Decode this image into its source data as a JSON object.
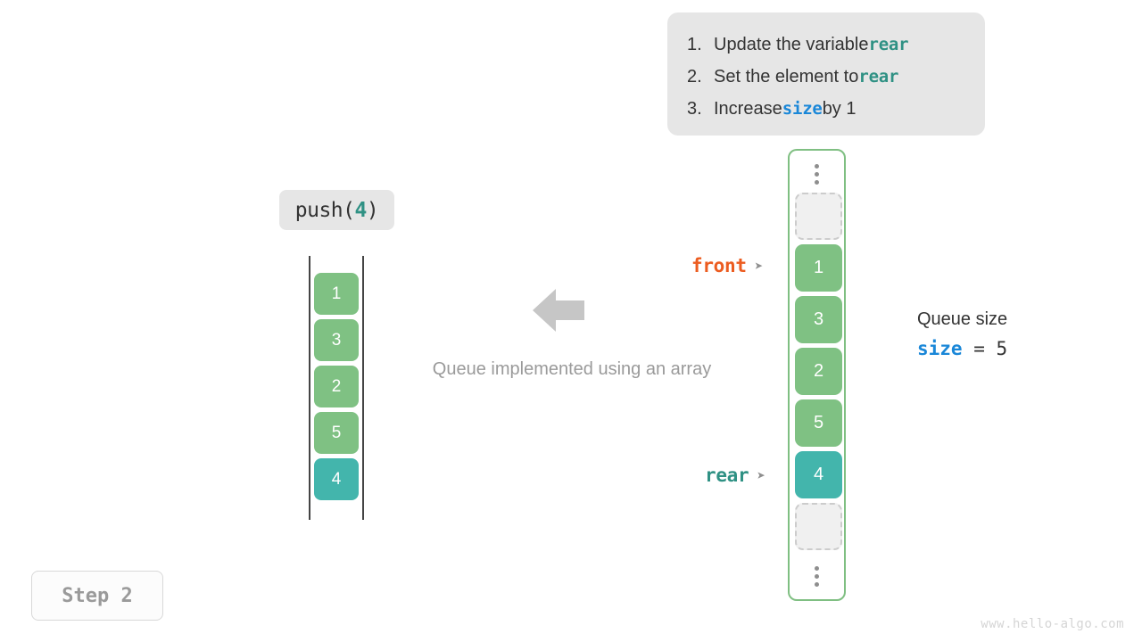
{
  "instructions": {
    "items": [
      {
        "num": "1.",
        "pre": "Update the variable ",
        "kw": "rear",
        "kw_kind": "rear",
        "post": ""
      },
      {
        "num": "2.",
        "pre": "Set the element to ",
        "kw": "rear",
        "kw_kind": "rear",
        "post": ""
      },
      {
        "num": "3.",
        "pre": "Increase ",
        "kw": "size",
        "kw_kind": "size",
        "post": " by 1"
      }
    ]
  },
  "operation": {
    "name": "push(",
    "arg": "4",
    "close": ")"
  },
  "left_array": {
    "values": [
      "1",
      "3",
      "2",
      "5",
      "4"
    ],
    "highlight_index": 4
  },
  "center": {
    "caption": "Queue implemented using an array",
    "arrow_icon": "left-arrow-icon"
  },
  "queue": {
    "ellipsis_top": "vertical-ellipsis",
    "ellipsis_bottom": "vertical-ellipsis",
    "slots": [
      {
        "kind": "empty",
        "value": ""
      },
      {
        "kind": "green",
        "value": "1"
      },
      {
        "kind": "green",
        "value": "3"
      },
      {
        "kind": "green",
        "value": "2"
      },
      {
        "kind": "green",
        "value": "5"
      },
      {
        "kind": "teal",
        "value": "4"
      },
      {
        "kind": "empty",
        "value": ""
      }
    ],
    "pointers": {
      "front": {
        "label": "front",
        "arrow": "➤"
      },
      "rear": {
        "label": "rear",
        "arrow": "➤"
      }
    }
  },
  "size_readout": {
    "title": "Queue size",
    "var": "size",
    "equals": "=",
    "value": "5"
  },
  "step": {
    "label": "Step 2"
  },
  "watermark": {
    "text": "www.hello-algo.com"
  },
  "colors": {
    "green": "#7fc183",
    "teal": "#43b5ac",
    "front_orange": "#ec5c20",
    "rear_teal": "#2f9184",
    "size_blue": "#1a87d8",
    "box_gray": "#e6e6e6",
    "container_border_green": "#7fbf82",
    "empty_slot_fill": "#f0f0f0",
    "muted_text": "#9a9a9a"
  }
}
